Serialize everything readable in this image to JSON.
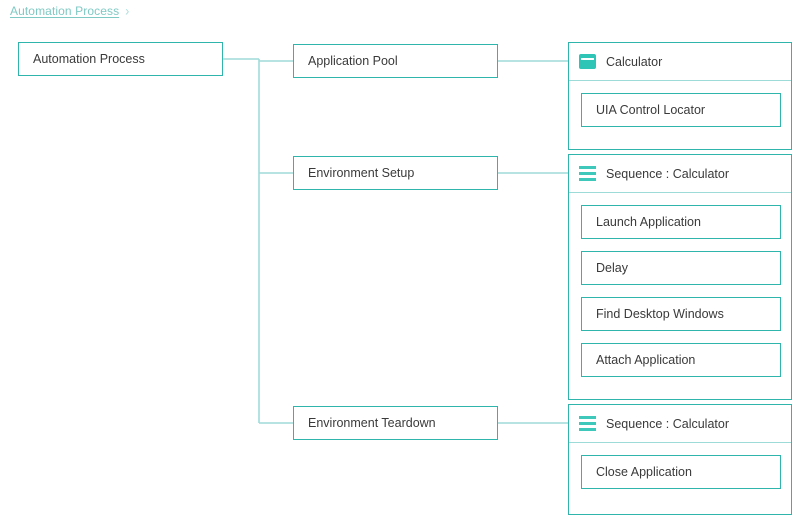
{
  "breadcrumb": {
    "items": [
      {
        "label": "Automation Process"
      }
    ],
    "separator": "›"
  },
  "diagram": {
    "root": {
      "label": "Automation Process"
    },
    "branches": [
      {
        "node_label": "Application Pool",
        "container": {
          "header_label": "Calculator",
          "header_icon": "window-icon",
          "children": [
            {
              "label": "UIA Control Locator"
            }
          ]
        }
      },
      {
        "node_label": "Environment Setup",
        "container": {
          "header_label": "Sequence : Calculator",
          "header_icon": "sequence-icon",
          "children": [
            {
              "label": "Launch Application"
            },
            {
              "label": "Delay"
            },
            {
              "label": "Find Desktop Windows"
            },
            {
              "label": "Attach Application"
            }
          ]
        }
      },
      {
        "node_label": "Environment Teardown",
        "container": {
          "header_label": "Sequence : Calculator",
          "header_icon": "sequence-icon",
          "children": [
            {
              "label": "Close Application"
            }
          ]
        }
      }
    ]
  },
  "colors": {
    "accent": "#2fb5ab",
    "icon_fill": "#2ec4b6",
    "connector": "#9fdcda",
    "divider": "#9ddbd8",
    "breadcrumb_link": "#7fc9c4",
    "text": "#3a3a3a",
    "background": "#ffffff"
  }
}
